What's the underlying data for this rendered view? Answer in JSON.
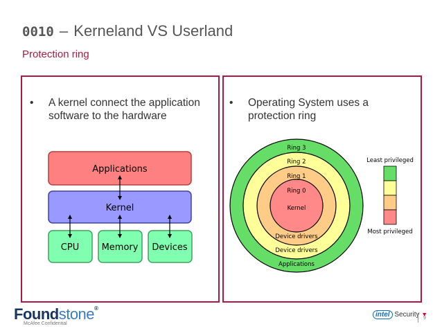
{
  "header": {
    "code": "0010",
    "dash": "–",
    "title": "Kerneland VS Userland",
    "subtitle": "Protection ring"
  },
  "left_panel": {
    "bullet_symbol": "•",
    "bullet": "A kernel connect the application software to the hardware",
    "diagram": {
      "applications": "Applications",
      "kernel": "Kernel",
      "devices": [
        "CPU",
        "Memory",
        "Devices"
      ],
      "colors": {
        "applications": "#ff8080",
        "kernel": "#9999ff",
        "device": "#80ffb0"
      }
    }
  },
  "right_panel": {
    "bullet_symbol": "•",
    "bullet": "Operating System uses a protection ring",
    "rings": {
      "labels": [
        "Ring 3",
        "Ring 2",
        "Ring 1",
        "Ring 0"
      ],
      "center": "Kernel",
      "inner_labels": [
        "Device drivers",
        "Device drivers",
        "Applications"
      ],
      "colors": [
        "#66dd66",
        "#ffff99",
        "#ffcc88",
        "#ff8888"
      ],
      "legend_top": "Least privileged",
      "legend_bottom": "Most privileged"
    }
  },
  "footer": {
    "logo_main": "Found",
    "logo_accent": "stone",
    "logo_mark": "®",
    "confidential": "McAfee Confidential",
    "intel": "intel",
    "security": "Security",
    "page": "9"
  }
}
